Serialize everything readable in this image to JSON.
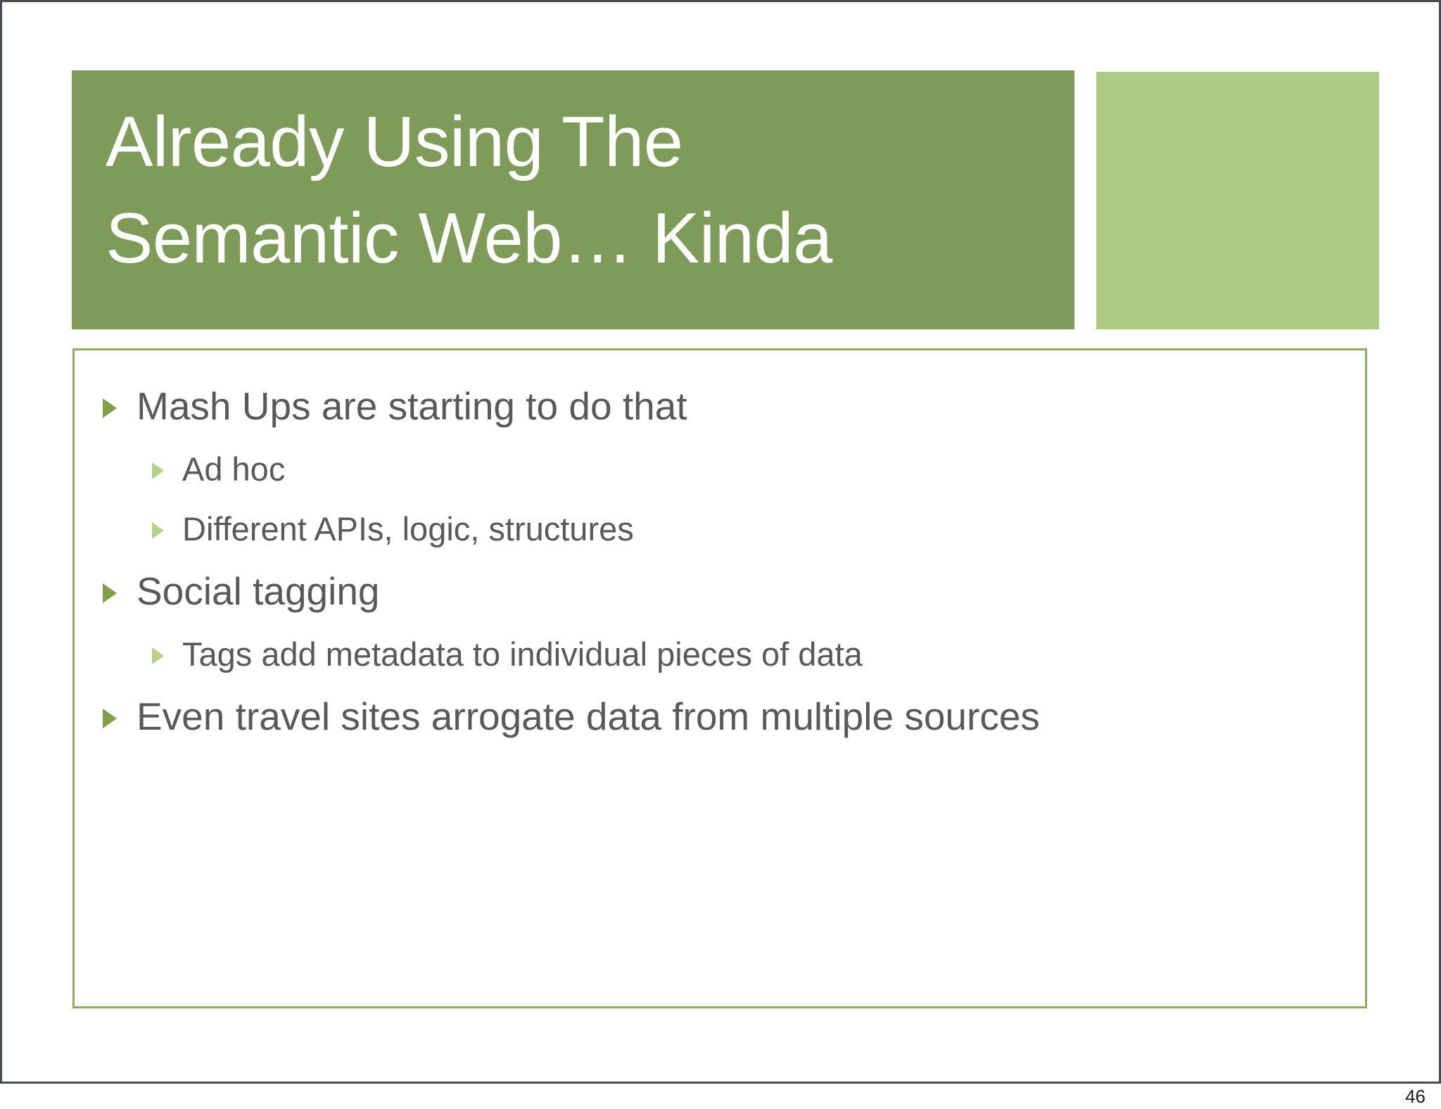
{
  "slide": {
    "title_line_1": "Already Using The",
    "title_line_2": "Semantic Web… Kinda",
    "title_full": "Already Using The\nSemantic Web… Kinda",
    "page_number": "46",
    "colors": {
      "title_band": "#7f9b5a",
      "accent_square": "#aecb84",
      "content_border": "#8ead63",
      "body_text": "#595959",
      "title_text": "#ffffff",
      "bullet_level1": "#7fa048",
      "bullet_level2": "#b4d489",
      "frame_line": "#4a4a52"
    },
    "bullets": [
      {
        "level": 1,
        "text": "Mash Ups are starting to do that"
      },
      {
        "level": 2,
        "text": "Ad hoc"
      },
      {
        "level": 2,
        "text": "Different APIs, logic, structures"
      },
      {
        "level": 1,
        "text": "Social tagging"
      },
      {
        "level": 2,
        "text": "Tags add metadata to individual pieces of data"
      },
      {
        "level": 1,
        "text": "Even travel sites arrogate data from multiple sources"
      }
    ]
  }
}
